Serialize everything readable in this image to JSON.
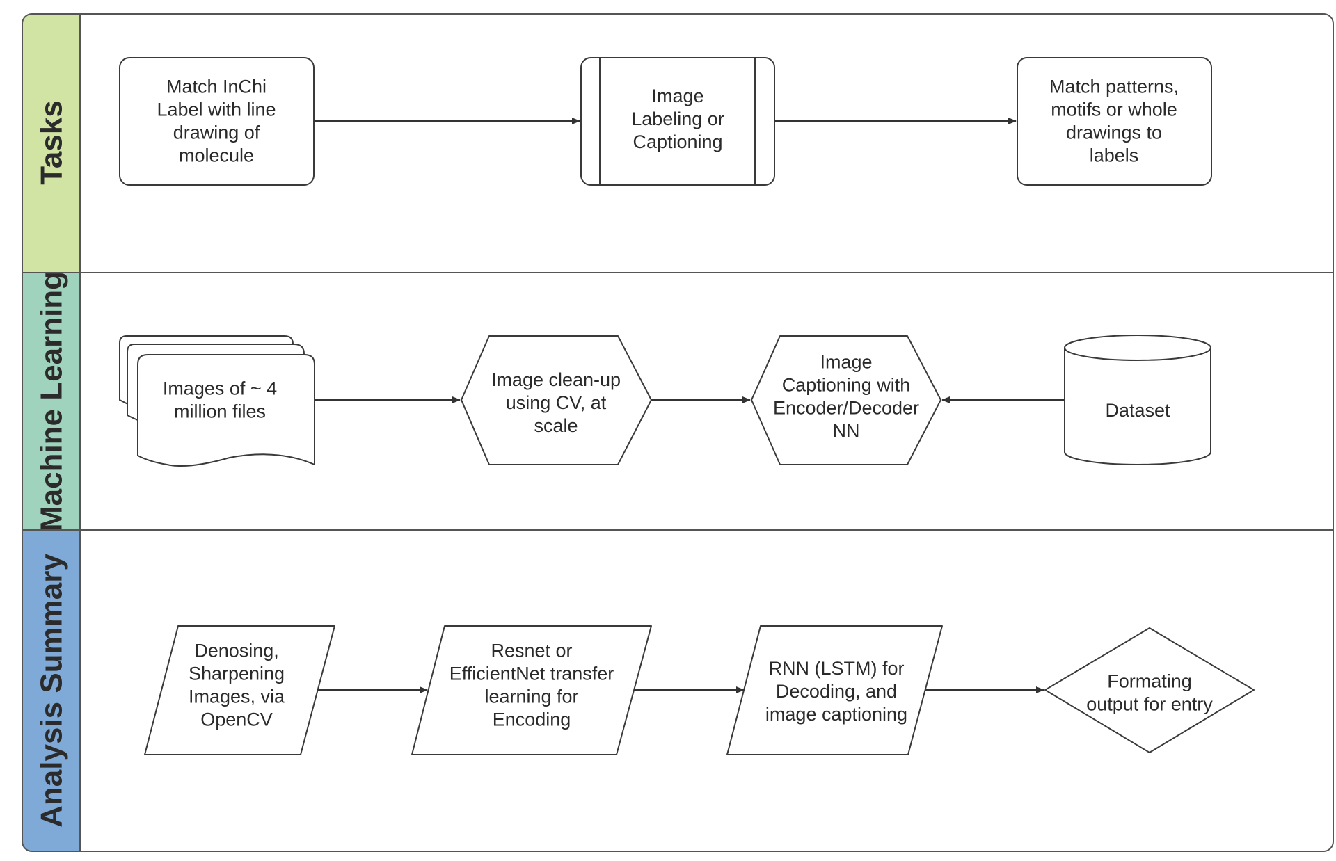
{
  "colors": {
    "lane_tasks": "#d2e4a4",
    "lane_ml": "#9fd3bd",
    "lane_analysis": "#7fa9d6",
    "stroke": "#3a3a3a"
  },
  "lanes": [
    {
      "id": "tasks",
      "label": "Tasks"
    },
    {
      "id": "ml",
      "label": "Machine Learning"
    },
    {
      "id": "analysis",
      "label": "Analysis Summary"
    }
  ],
  "nodes": {
    "match_inchi": {
      "lines": [
        "Match InChi",
        "Label with line",
        "drawing of",
        "molecule"
      ]
    },
    "image_labeling": {
      "lines": [
        "Image",
        "Labeling or",
        "Captioning"
      ]
    },
    "match_patterns": {
      "lines": [
        "Match patterns,",
        "motifs or whole",
        "drawings to",
        "labels"
      ]
    },
    "images_files": {
      "lines": [
        "Images of ~ 4",
        "million files"
      ]
    },
    "image_cleanup": {
      "lines": [
        "Image clean-up",
        "using CV, at",
        "scale"
      ]
    },
    "image_captioning": {
      "lines": [
        "Image",
        "Captioning with",
        "Encoder/Decoder",
        "NN"
      ]
    },
    "dataset": {
      "lines": [
        "Dataset"
      ]
    },
    "denoising": {
      "lines": [
        "Denosing,",
        "Sharpening",
        "Images, via",
        "OpenCV"
      ]
    },
    "resnet": {
      "lines": [
        "Resnet or",
        "EfficientNet  transfer",
        "learning for",
        "Encoding"
      ]
    },
    "rnn": {
      "lines": [
        "RNN  (LSTM) for",
        "Decoding, and",
        "image captioning"
      ]
    },
    "formatting": {
      "lines": [
        "Formating",
        "output for entry"
      ]
    }
  }
}
